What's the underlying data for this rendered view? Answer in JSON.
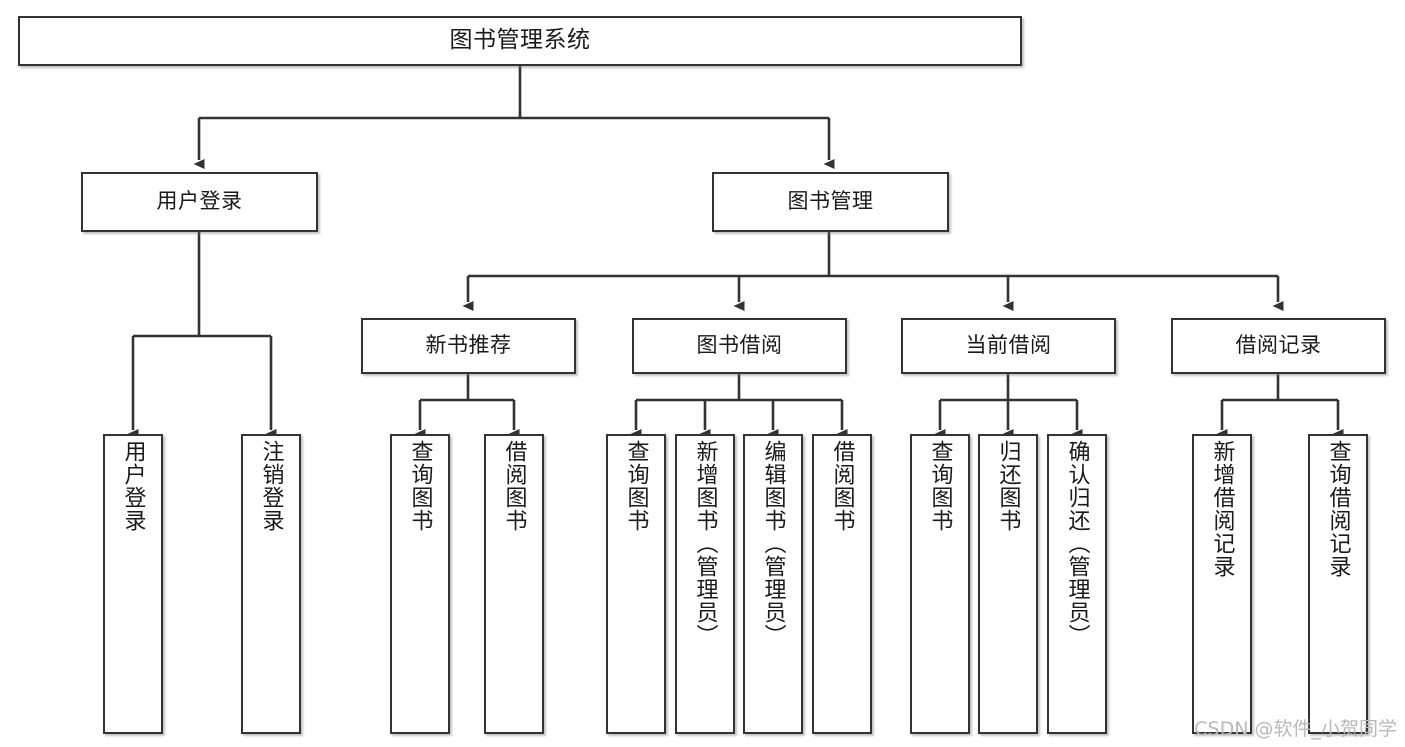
{
  "diagram": {
    "title": "图书管理系统",
    "type": "tree-hierarchy-chart",
    "colors": {
      "box_border": "#333333",
      "box_fill": "#ffffff",
      "connector": "#333333",
      "text": "#1a1a1a",
      "watermark": "#b9b9b9",
      "background": "#ffffff"
    },
    "root": {
      "id": "root",
      "label": "图书管理系统"
    },
    "level2": [
      {
        "id": "user-login",
        "label": "用户登录"
      },
      {
        "id": "book-manage",
        "label": "图书管理"
      }
    ],
    "level3": [
      {
        "id": "new-book-recommend",
        "label": "新书推荐"
      },
      {
        "id": "book-borrow",
        "label": "图书借阅"
      },
      {
        "id": "current-borrow",
        "label": "当前借阅"
      },
      {
        "id": "borrow-record",
        "label": "借阅记录"
      }
    ],
    "leaves": {
      "user-login": [
        {
          "id": "leaf-user-login",
          "label": "用户登录"
        },
        {
          "id": "leaf-logout-login",
          "label": "注销登录"
        }
      ],
      "new-book-recommend": [
        {
          "id": "leaf-query-book-1",
          "label": "查询图书"
        },
        {
          "id": "leaf-borrow-book-1",
          "label": "借阅图书"
        }
      ],
      "book-borrow": [
        {
          "id": "leaf-query-book-2",
          "label": "查询图书"
        },
        {
          "id": "leaf-add-book-admin",
          "label": "新增图书（管理员）"
        },
        {
          "id": "leaf-edit-book-admin",
          "label": "编辑图书（管理员）"
        },
        {
          "id": "leaf-borrow-book-2",
          "label": "借阅图书"
        }
      ],
      "current-borrow": [
        {
          "id": "leaf-query-book-3",
          "label": "查询图书"
        },
        {
          "id": "leaf-return-book",
          "label": "归还图书"
        },
        {
          "id": "leaf-confirm-return-admin",
          "label": "确认归还（管理员）"
        }
      ],
      "borrow-record": [
        {
          "id": "leaf-add-borrow-record",
          "label": "新增借阅记录"
        },
        {
          "id": "leaf-query-borrow-record",
          "label": "查询借阅记录"
        }
      ]
    },
    "watermark": "CSDN @软件_小贺同学"
  }
}
